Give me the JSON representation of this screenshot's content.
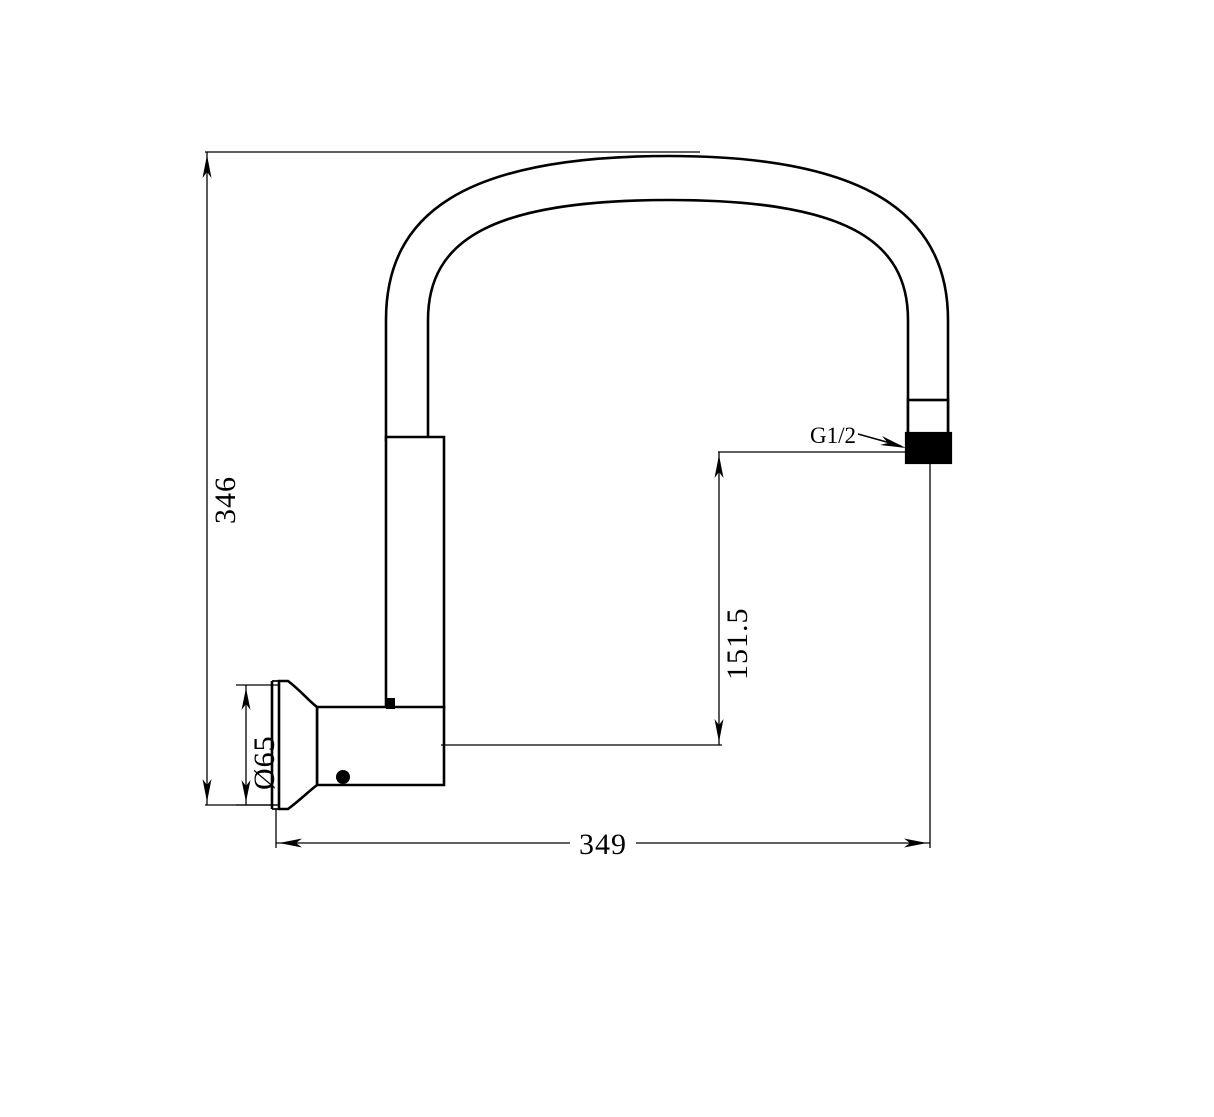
{
  "drawing": {
    "type": "technical-line-drawing",
    "subject": "wall-mounted gooseneck faucet spout",
    "view": "side elevation",
    "background_color": "#ffffff",
    "line_color": "#000000",
    "units": "mm"
  },
  "dimensions": {
    "overall_height": {
      "label": "346",
      "orientation": "vertical",
      "text_rotation_deg": -90,
      "description": "total height from wall flange base to top of gooseneck arc"
    },
    "flange_diameter": {
      "label": "Ø65",
      "orientation": "vertical",
      "text_rotation_deg": -90,
      "description": "wall flange outer diameter"
    },
    "outlet_height": {
      "label": "151.5",
      "orientation": "vertical",
      "text_rotation_deg": -90,
      "description": "height of outlet above body centre"
    },
    "projection": {
      "label": "349",
      "orientation": "horizontal",
      "text_rotation_deg": 0,
      "description": "overall projection from wall to spout outlet"
    }
  },
  "annotations": {
    "thread_note": {
      "label": "G1/2",
      "description": "outlet thread size callout with leader line pointing to outlet fitting"
    }
  },
  "components": {
    "wall_flange": "bell-shaped wall escutcheon plate",
    "body": "cylindrical valve body block",
    "riser": "vertical tube",
    "gooseneck": "semicircular arc tube",
    "outlet": "solid black threaded outlet fitting",
    "screws": "two small set-screw dots on body"
  }
}
